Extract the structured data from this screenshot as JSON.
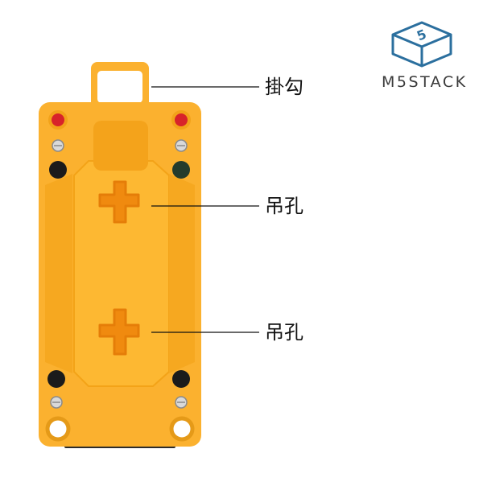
{
  "brand": {
    "name": "M5STACK",
    "logo_glyph": "5",
    "logo_color": "#2b6f9e"
  },
  "callouts": [
    {
      "label": "掛勾"
    },
    {
      "label": "吊孔"
    },
    {
      "label": "吊孔"
    }
  ],
  "colors": {
    "housing": "#fbb12f",
    "housing_shade": "#f2a21a",
    "red_indicator": "#d8232a",
    "black_button": "#1b1b1b"
  }
}
